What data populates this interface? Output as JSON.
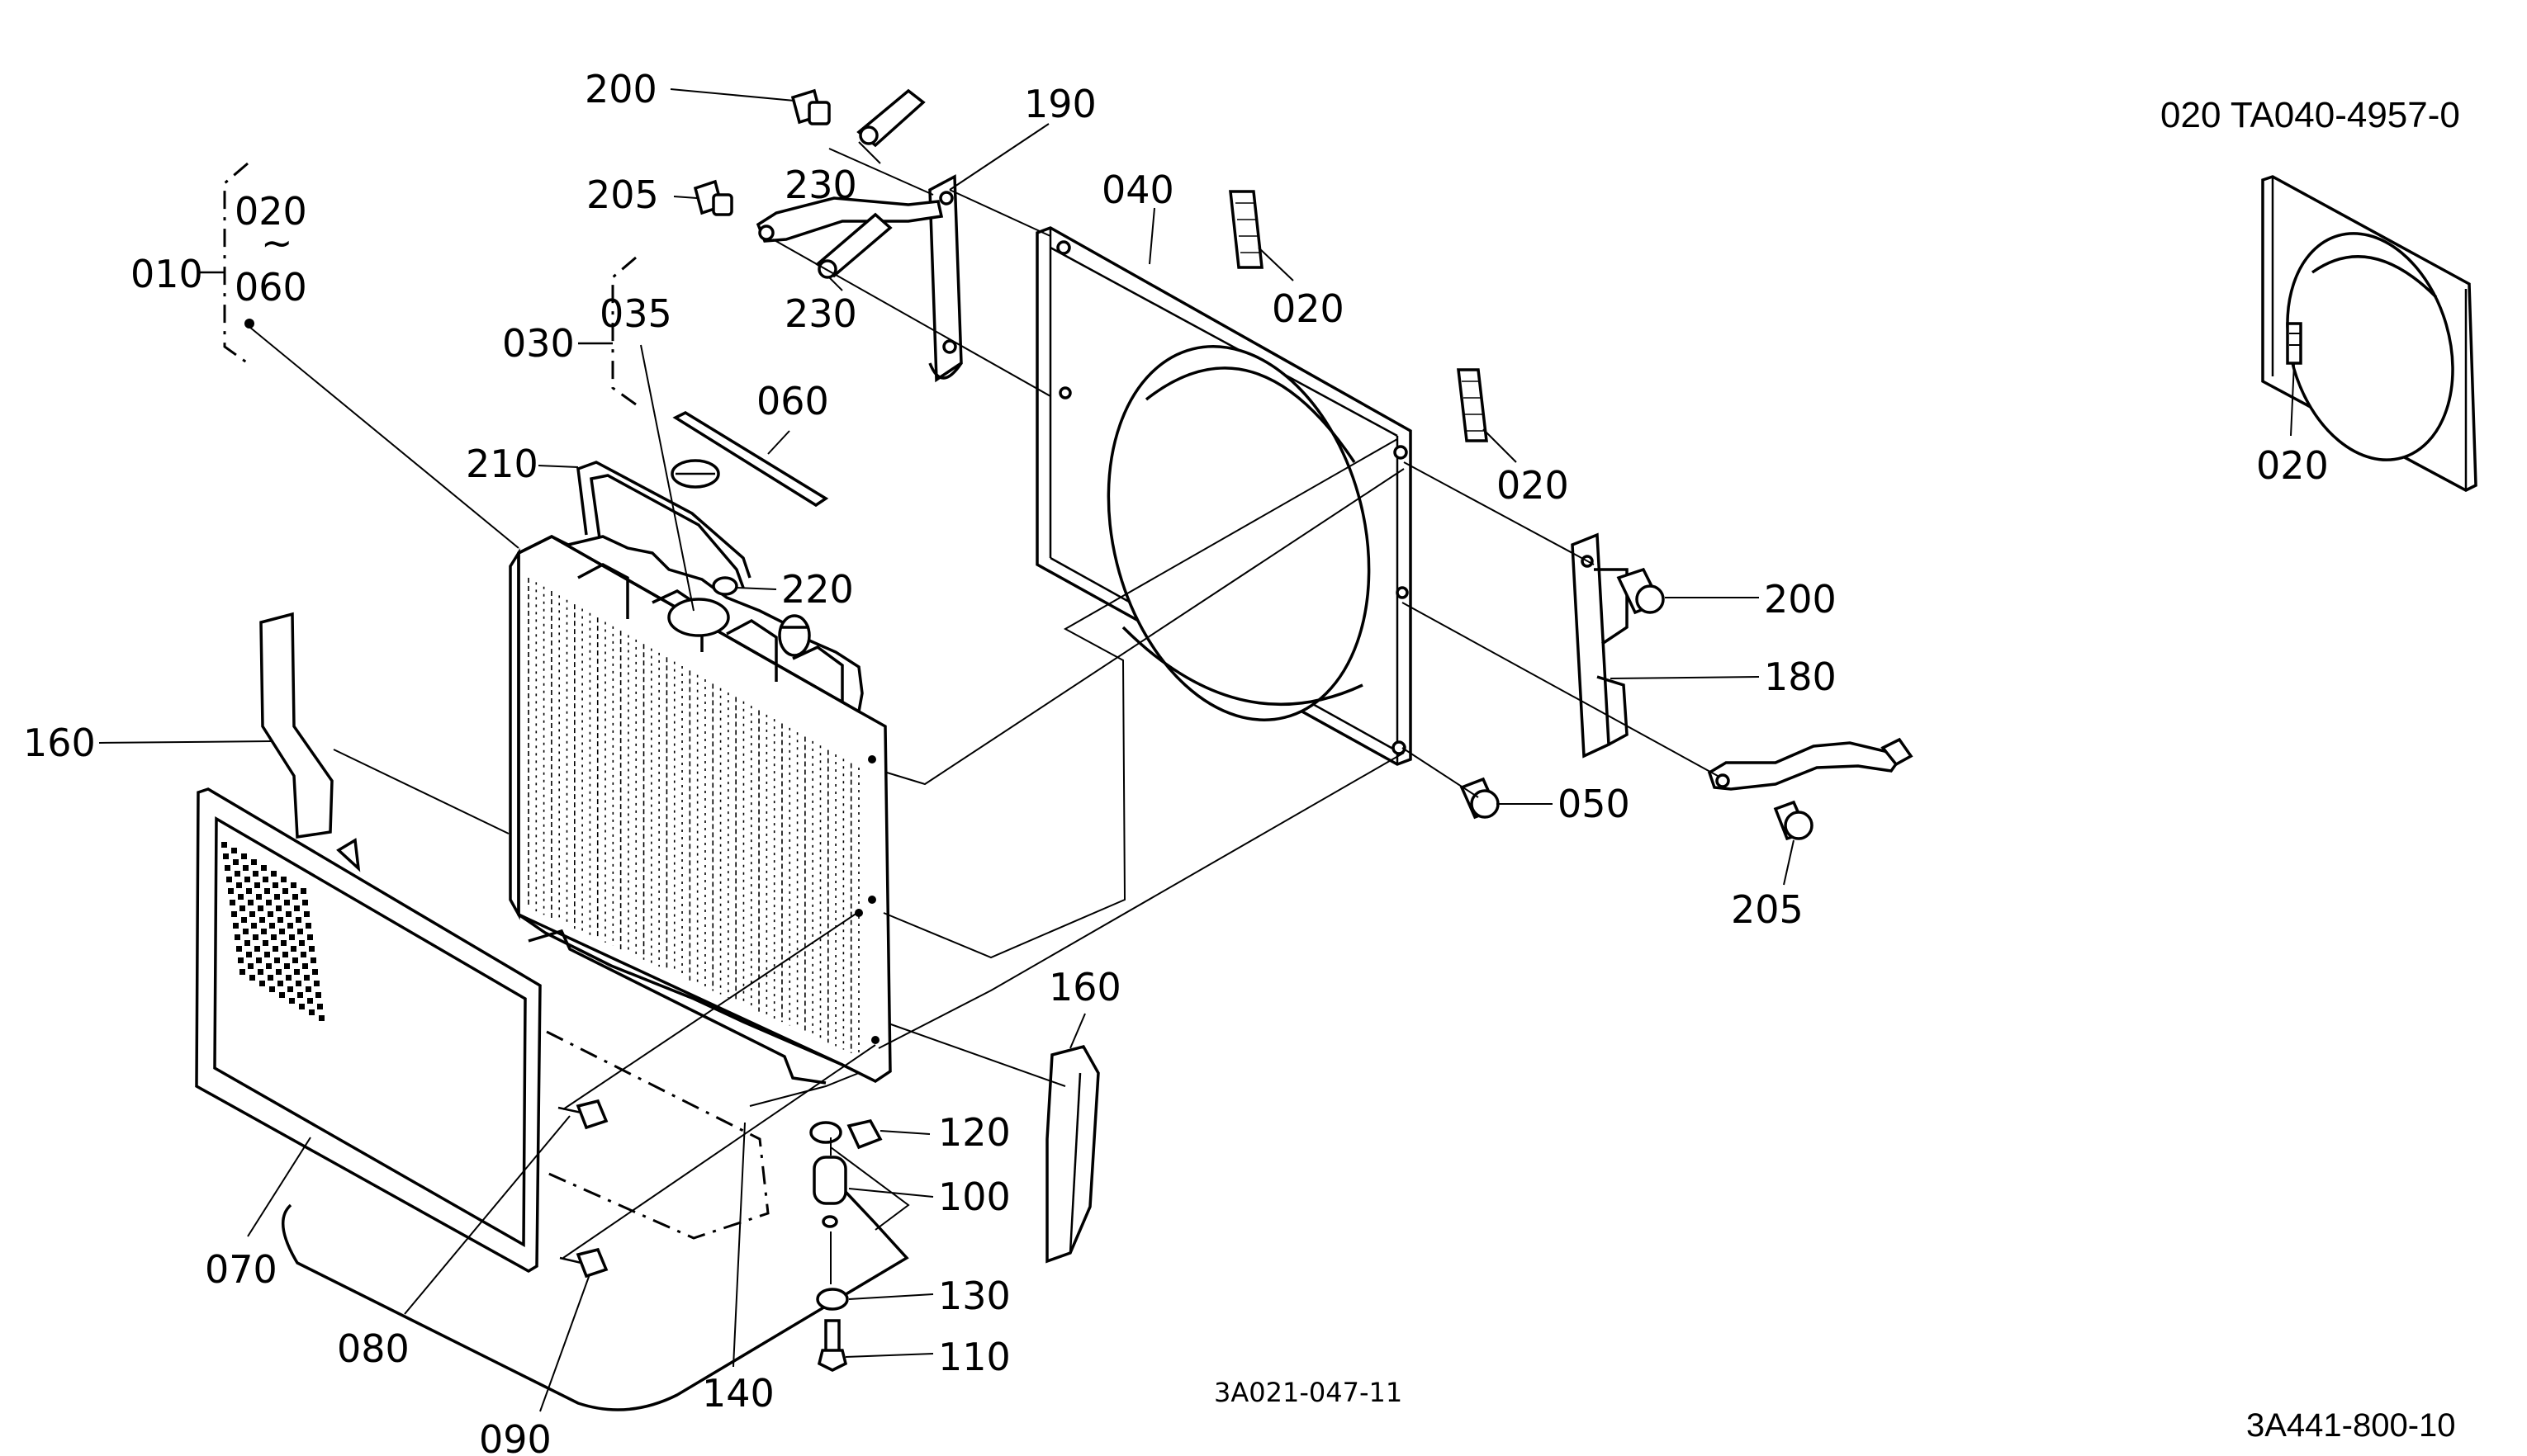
{
  "kit_reference": "020 TA040-4957-0",
  "drawing_number": "3A021-047-11",
  "page_code": "3A441-800-10",
  "group_labels": {
    "assembly": "010",
    "range_start": "020",
    "range_tilde": "~",
    "range_end": "060",
    "cap_group": "030"
  },
  "callouts": {
    "bolt_top": "200",
    "bolt_mid": "205",
    "stay_top": "230",
    "stay_bottom": "230",
    "stay_left": "190",
    "shroud": "040",
    "seal_upper": "020",
    "cap": "035",
    "strip": "060",
    "hose": "210",
    "seal_lower": "020",
    "clamp": "220",
    "bolt_right": "200",
    "stay_right": "180",
    "bolt_shroud": "050",
    "bolt_right_lower": "205",
    "cover_left": "160",
    "cover_right": "160",
    "support": "120",
    "cushion": "100",
    "washer": "130",
    "bolt_bottom": "110",
    "screen": "070",
    "screw_a": "080",
    "screw_b": "090",
    "plate": "140",
    "inset_seal": "020"
  }
}
